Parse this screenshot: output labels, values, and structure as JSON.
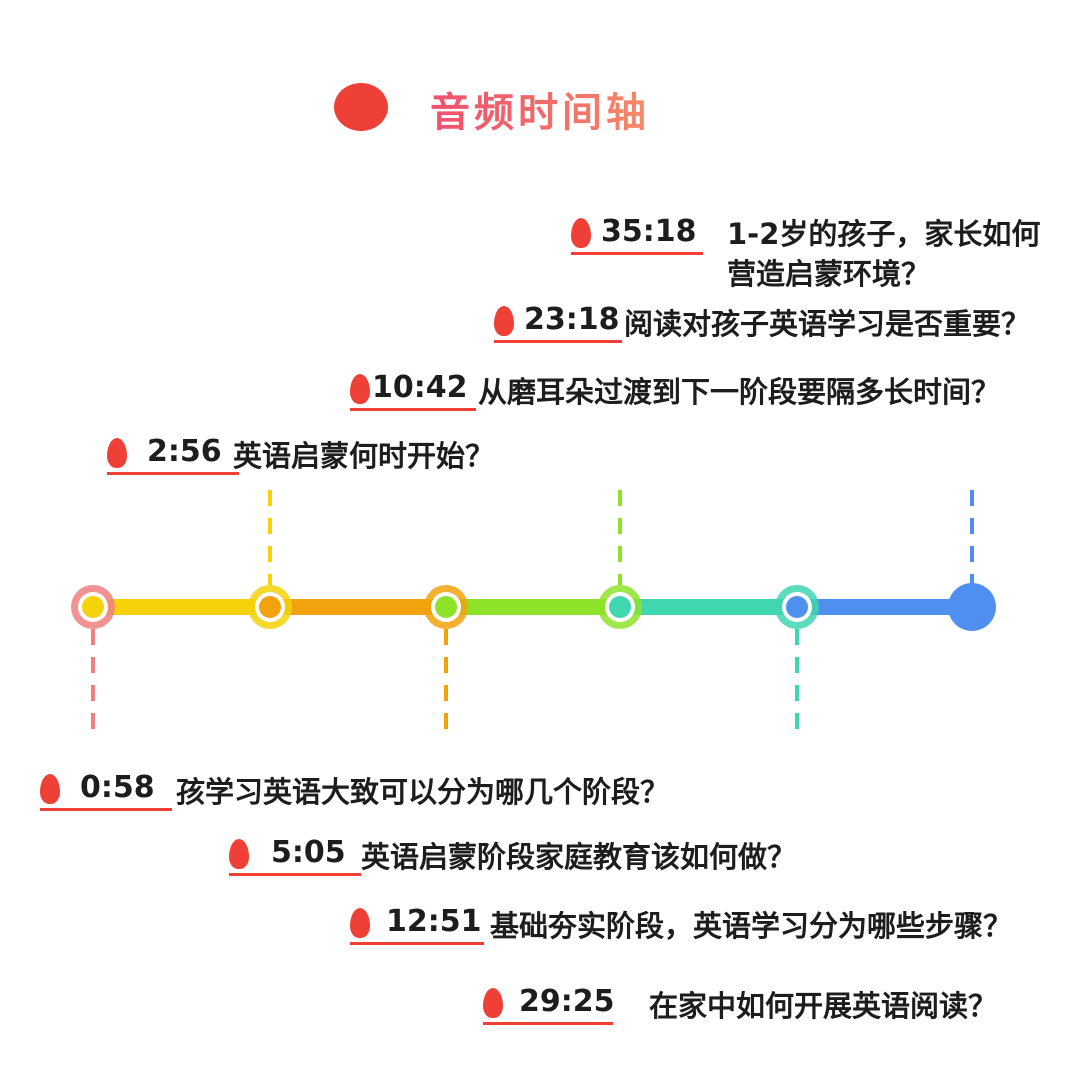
{
  "header": {
    "title": "音频时间轴",
    "accent": "#ee4036"
  },
  "top_entries": [
    {
      "time": "35:18",
      "text": "1-2岁的孩子，家长如何营造启蒙环境？"
    },
    {
      "time": "23:18",
      "text": "阅读对孩子英语学习是否重要？"
    },
    {
      "time": "10:42",
      "text": "从磨耳朵过渡到下一阶段要隔多长时间？"
    },
    {
      "time": "2:56",
      "text": "英语启蒙何时开始？"
    }
  ],
  "bottom_entries": [
    {
      "time": "0:58",
      "text": "孩学习英语大致可以分为哪几个阶段？"
    },
    {
      "time": "5:05",
      "text": "英语启蒙阶段家庭教育该如何做？"
    },
    {
      "time": "12:51",
      "text": "基础夯实阶段，英语学习分为哪些步骤？"
    },
    {
      "time": "29:25",
      "text": "在家中如何开展英语阅读？"
    }
  ],
  "timeline": {
    "node_colors": [
      "#f08080",
      "#f5d20a",
      "#f2a20c",
      "#8ee32a",
      "#3fd6b0",
      "#4f8ff0"
    ],
    "segment_colors": [
      "#f5d20a",
      "#f2a20c",
      "#8ee32a",
      "#3fd6b0",
      "#4f8ff0"
    ]
  }
}
